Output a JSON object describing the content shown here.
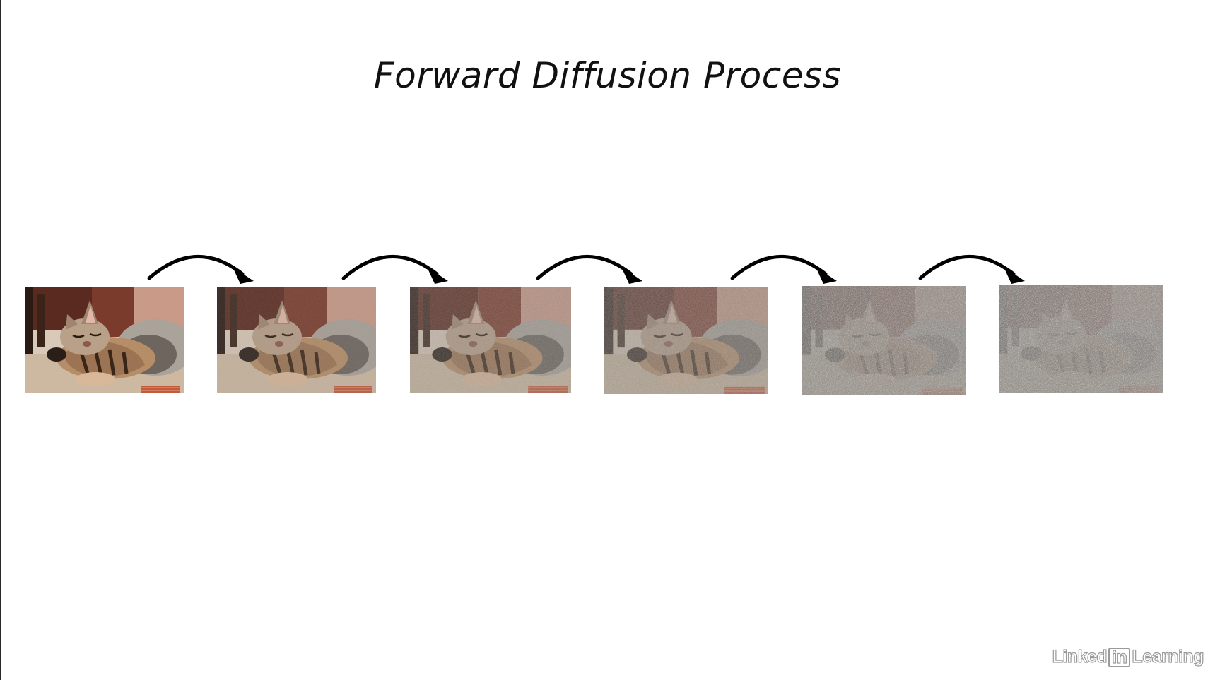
{
  "slide": {
    "title": "Forward Diffusion Process"
  },
  "diagram": {
    "steps": [
      {
        "image": "sleeping-kitten-photo",
        "noise_level": 0.0
      },
      {
        "image": "sleeping-kitten-photo",
        "noise_level": 0.15
      },
      {
        "image": "sleeping-kitten-photo",
        "noise_level": 0.3
      },
      {
        "image": "sleeping-kitten-photo",
        "noise_level": 0.45
      },
      {
        "image": "sleeping-kitten-photo",
        "noise_level": 0.85
      },
      {
        "image": "sleeping-kitten-photo",
        "noise_level": 0.95
      }
    ],
    "connector": "curved-arrow-right",
    "arrow_color": "#000000"
  },
  "watermark": {
    "text_before": "Linked",
    "text_box": "in",
    "text_after": "Learning"
  }
}
